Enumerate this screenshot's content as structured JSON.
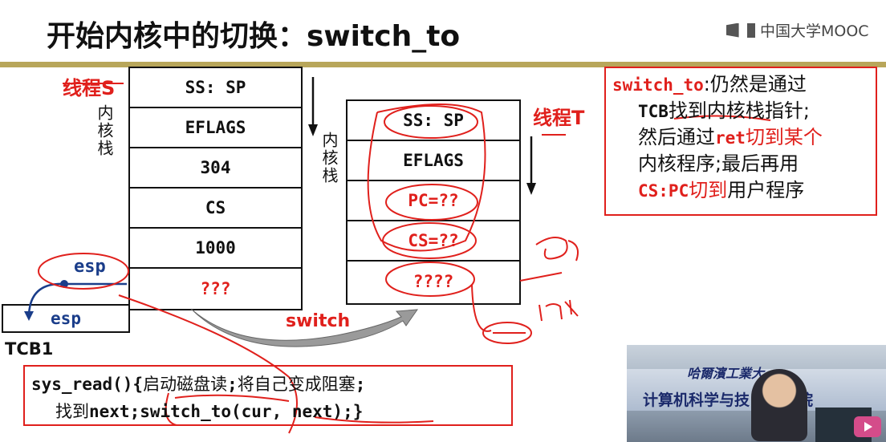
{
  "slide": {
    "title": "开始内核中的切换：switch_to",
    "logo": "中国大学MOOC"
  },
  "thread_s": {
    "label": "线程S",
    "stack_label": "内核栈",
    "cells": [
      "SS: SP",
      "EFLAGS",
      "304",
      "CS",
      "1000",
      "???"
    ],
    "esp_top": "esp",
    "esp_box": "esp",
    "tcb_label": "TCB1"
  },
  "thread_t": {
    "label": "线程T",
    "stack_label": "内核栈",
    "cells": [
      "SS: SP",
      "EFLAGS",
      "PC=??",
      "CS=??",
      "????"
    ]
  },
  "switch_label": "switch",
  "code": {
    "line1_a": "sys_read(){",
    "line1_b": "启动磁盘读",
    "line1_c": ";",
    "line1_d": "将自己变成阻塞",
    "line1_e": ";",
    "line2_a": "找到",
    "line2_b": "next;switch_to(cur, next);}"
  },
  "note": {
    "l1_code": "switch_to",
    "l1_text": ":仍然是通过",
    "l2_code": "TCB",
    "l2_text": "找到内核栈指针;",
    "l3_a": "然后通过",
    "l3_code": "ret",
    "l3_b": "切到某个",
    "l4": "内核程序;最后再用",
    "l5_code": "CS:PC",
    "l5_b": "切到",
    "l5_c": "用户程序"
  },
  "video": {
    "school": "哈爾濱工業大",
    "dept": "计算机科学与技",
    "dept_tail": "院"
  },
  "colors": {
    "accent_red": "#e0201c",
    "esp_blue": "#1a3d8a",
    "divider": "#b8a65a"
  }
}
